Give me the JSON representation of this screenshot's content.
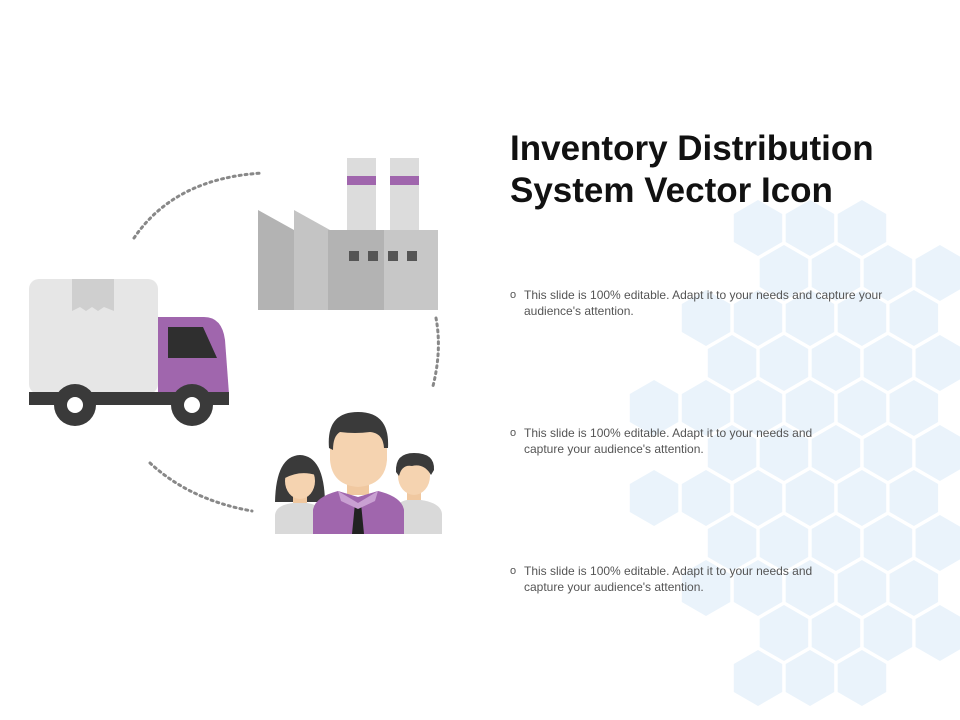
{
  "slide": {
    "title": "Inventory Distribution System Vector Icon",
    "bullets": [
      {
        "marker": "o",
        "text": "This slide is 100% editable. Adapt it to your needs and capture your audience's attention."
      },
      {
        "marker": "o",
        "text": "This slide is 100% editable. Adapt it to your needs and capture your audience's attention."
      },
      {
        "marker": "o",
        "text": "This slide is 100% editable. Adapt it to your needs and capture your audience's attention."
      }
    ]
  },
  "colors": {
    "accent": "#a066ad",
    "hex_tint": "#eaf3fb",
    "title": "#111111",
    "body_text": "#555555"
  },
  "icons": [
    "factory-icon",
    "truck-icon",
    "people-icon"
  ]
}
